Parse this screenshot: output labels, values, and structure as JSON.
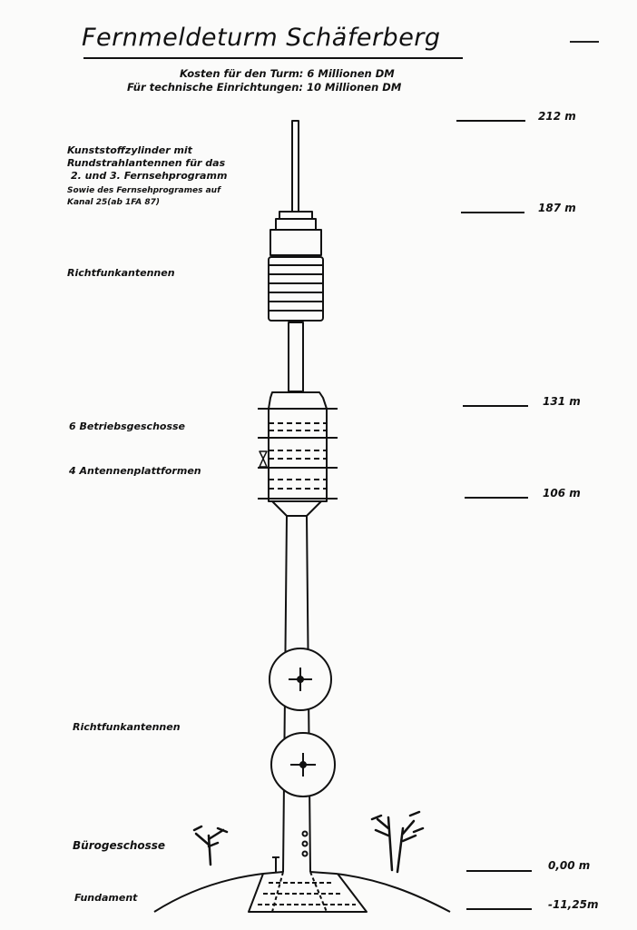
{
  "title": "Fernmeldeturm   Schäferberg",
  "costs": {
    "tower": "Kosten für den Turm: 6 Millionen DM",
    "technical": "Für technische Einrichtungen: 10 Millionen DM"
  },
  "labels": {
    "cylinder_line1": "Kunststoffzylinder mit",
    "cylinder_line2": "Rundstrahlantennen für das",
    "cylinder_line3": "2. und 3. Fernsehprogramm",
    "cylinder_line4": "Sowie des Fernsehprogrames auf",
    "cylinder_line5": "Kanal 25(ab 1FA 87)",
    "radio_upper": "Richtfunkantennen",
    "floors": "6 Betriebsgeschosse",
    "platforms": "4 Antennenplattformen",
    "radio_lower": "Richtfunkantennen",
    "offices": "Bürogeschosse",
    "foundation": "Fundament"
  },
  "heights": {
    "h212": "212 m",
    "h187": "187 m",
    "h131": "131 m",
    "h106": "106 m",
    "h0": "0,00 m",
    "hneg": "-11,25m"
  }
}
